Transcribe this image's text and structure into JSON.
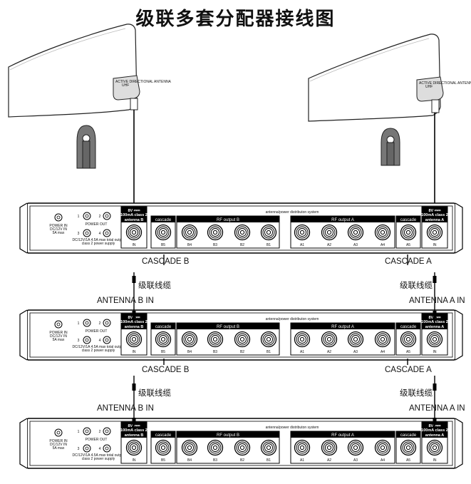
{
  "title": "级联多套分配器接线图",
  "antenna_label_lines": [
    "ACTIVE DIRECTIONAL ANTENNA",
    "UHF"
  ],
  "unit": {
    "system_title": "antenna/power distributon system",
    "power_in": [
      "POWER IN",
      "DC/12V IN",
      "5A max"
    ],
    "power_out": "POWER OUT",
    "power_note": [
      "DC/12V/1A  4.5A max total output",
      "class 2 power supply"
    ],
    "power_ports": [
      "1",
      "2",
      "3",
      "4"
    ],
    "antenna_b_header": [
      "8V ⎓⎓",
      "100mA class 2",
      "antenna B"
    ],
    "antenna_a_header": [
      "8V ⎓⎓",
      "100mA class 2",
      "antenna A"
    ],
    "cascade": "cascade",
    "rf_output_b": "RF output  B",
    "rf_output_a": "RF output  A",
    "ports_b": [
      "B5",
      "B4",
      "B3",
      "B2",
      "B1"
    ],
    "ports_a": [
      "A1",
      "A2",
      "A3",
      "A4",
      "A5"
    ],
    "in_label": "IN"
  },
  "labels": {
    "cascade_b": "CASCADE B",
    "cascade_a": "CASCADE A",
    "cable": "级联线缆",
    "antenna_b_in": "ANTENNA B IN",
    "antenna_a_in": "ANTENNA A IN"
  }
}
